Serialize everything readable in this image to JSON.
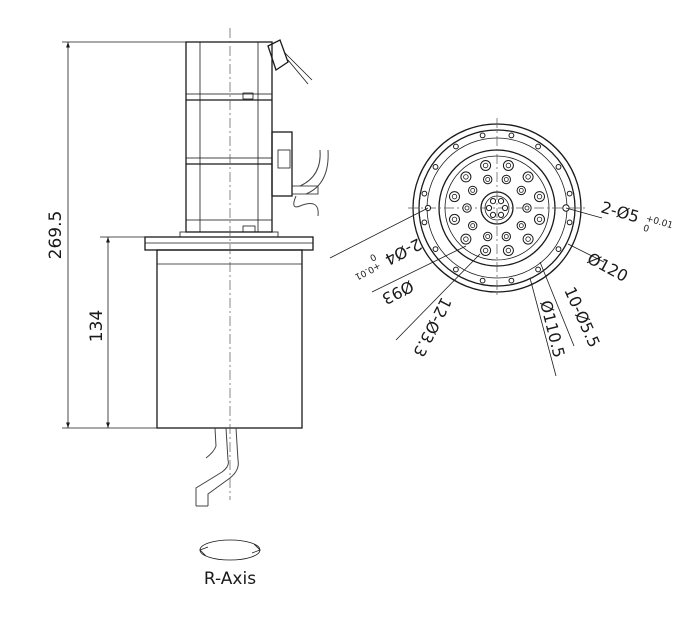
{
  "side_view": {
    "overall_height": "269.5",
    "housing_height": "134"
  },
  "flange_view": {
    "pin_hole_right": "2-Ø5",
    "pin_hole_right_tol_upper": "+0.01",
    "pin_hole_right_tol_lower": "0",
    "pin_hole_left": "2-Ø4",
    "pin_hole_left_tol_upper": "+0.01",
    "pin_hole_left_tol_lower": "0",
    "pcd_93": "Ø93",
    "bolt_holes_12": "12-Ø3.3",
    "outer_diameter": "Ø120",
    "bolt_holes_10": "10-Ø5.5",
    "pcd_110": "Ø110.5"
  },
  "rotation": {
    "label": "R-Axis"
  }
}
